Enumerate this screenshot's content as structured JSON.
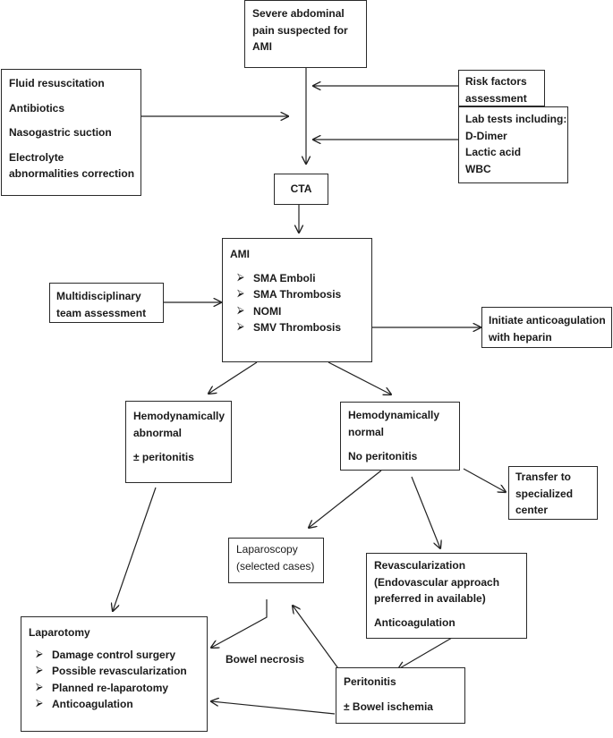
{
  "nodes": {
    "start": [
      "Severe abdominal",
      "pain suspected for",
      "AMI"
    ],
    "supportive": [
      "Fluid resuscitation",
      "Antibiotics",
      "Nasogastric suction",
      "Electrolyte",
      "abnormalities correction"
    ],
    "risk": [
      "Risk factors",
      "assessment"
    ],
    "lab": [
      "Lab tests including:",
      "D-Dimer",
      "Lactic acid",
      "WBC"
    ],
    "cta": "CTA",
    "ami": {
      "title": "AMI",
      "items": [
        "SMA Emboli",
        "SMA Thrombosis",
        "NOMI",
        "SMV Thrombosis"
      ]
    },
    "mdt": [
      "Multidisciplinary",
      "team assessment"
    ],
    "anticoag": [
      "Initiate anticoagulation",
      "with heparin"
    ],
    "hemo_abnormal": [
      "Hemodynamically",
      "abnormal",
      "± peritonitis"
    ],
    "hemo_normal": [
      "Hemodynamically",
      "normal",
      "No peritonitis"
    ],
    "transfer": [
      "Transfer to",
      "specialized",
      "center"
    ],
    "laparoscopy": [
      "Laparoscopy",
      "(selected cases)"
    ],
    "revasc": [
      "Revascularization",
      "(Endovascular approach",
      "preferred in available)",
      "Anticoagulation"
    ],
    "laparotomy": {
      "title": "Laparotomy",
      "items": [
        "Damage control surgery",
        "Possible revascularization",
        "Planned re-laparotomy",
        "Anticoagulation"
      ]
    },
    "peritonitis": [
      "Peritonitis",
      "± Bowel ischemia"
    ]
  },
  "edge_labels": {
    "bowel_necrosis": "Bowel necrosis"
  }
}
